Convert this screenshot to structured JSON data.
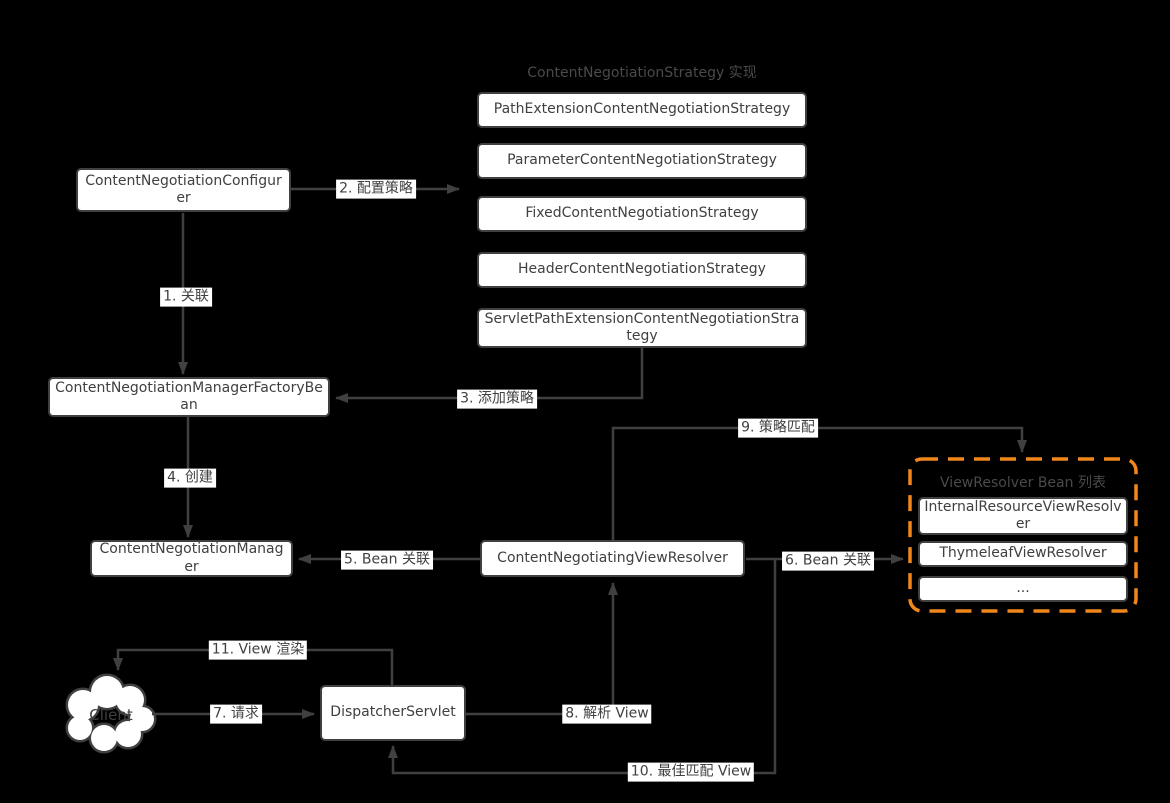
{
  "strategy_group": {
    "title": "ContentNegotiationStrategy 实现",
    "items": [
      "PathExtensionContentNegotiationStrategy",
      "ParameterContentNegotiationStrategy",
      "FixedContentNegotiationStrategy",
      "HeaderContentNegotiationStrategy",
      "ServletPathExtensionContentNegotiationStrategy"
    ]
  },
  "nodes": {
    "configurer": "ContentNegotiationConfigurer",
    "manager_factory_bean": "ContentNegotiationManagerFactoryBean",
    "manager": "ContentNegotiationManager",
    "negotiating_view_resolver": "ContentNegotiatingViewResolver",
    "dispatcher_servlet": "DispatcherServlet",
    "client": "Client"
  },
  "view_resolver_group": {
    "title": "ViewResolver Bean 列表",
    "items": [
      "InternalResourceViewResolver",
      "ThymeleafViewResolver",
      "..."
    ]
  },
  "edge_labels": {
    "e1": "1. 关联",
    "e2": "2. 配置策略",
    "e3": "3. 添加策略",
    "e4": "4. 创建",
    "e5": "5. Bean 关联",
    "e6": "6. Bean 关联",
    "e7": "7. 请求",
    "e8": "8. 解析 View",
    "e9": "9. 策略匹配",
    "e10": "10. 最佳匹配 View",
    "e11": "11. View 渲染"
  },
  "colors": {
    "background": "#000000",
    "box_fill": "#ffffff",
    "box_border": "#404040",
    "line": "#404040",
    "text": "#404040",
    "group_title_text": "#4a4a4a",
    "view_resolver_group_border": "#F0861C"
  }
}
